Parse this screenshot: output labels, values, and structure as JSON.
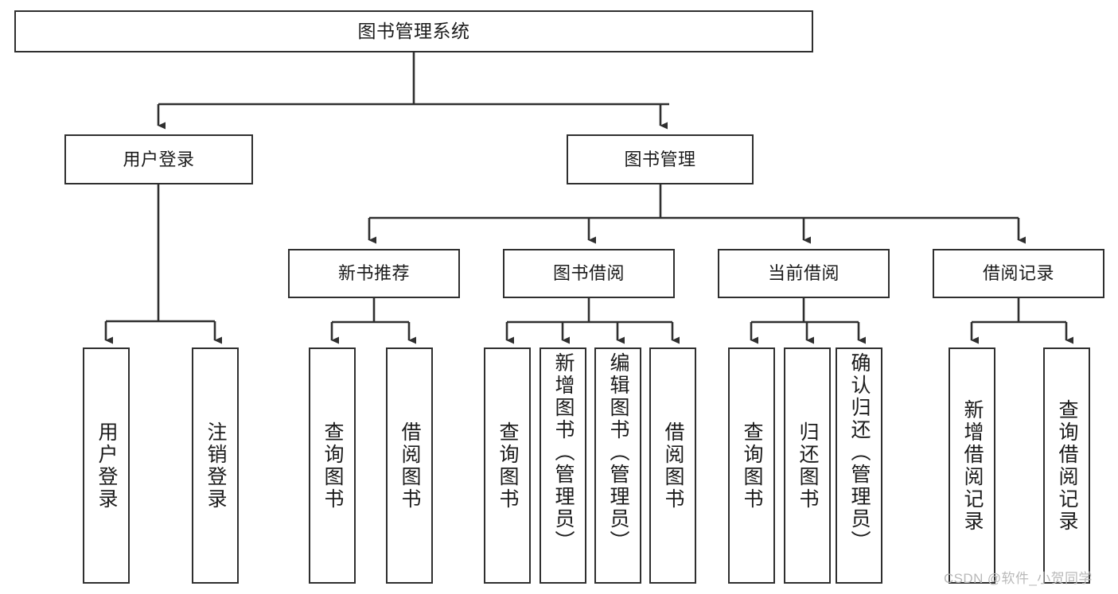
{
  "diagram": {
    "title": "图书管理系统",
    "type": "tree-hierarchy-chart",
    "watermark": "CSDN @软件_小贺同学",
    "colors": {
      "box_border": "#2f2f2f",
      "box_fill": "#ffffff",
      "connector": "#2f2f2f",
      "text": "#1b1b1b",
      "watermark": "#b9b9b9",
      "background": "#ffffff"
    },
    "root": {
      "label": "图书管理系统"
    },
    "level2": [
      {
        "label": "用户登录"
      },
      {
        "label": "图书管理"
      }
    ],
    "level3": [
      {
        "label": "新书推荐"
      },
      {
        "label": "图书借阅"
      },
      {
        "label": "当前借阅"
      },
      {
        "label": "借阅记录"
      }
    ],
    "leaves": {
      "user_login": [
        {
          "label": "用户登录"
        },
        {
          "label": "注销登录"
        }
      ],
      "new_book_recommend": [
        {
          "label": "查询图书"
        },
        {
          "label": "借阅图书"
        }
      ],
      "book_borrow": [
        {
          "label": "查询图书"
        },
        {
          "label": "新增图书（管理员）"
        },
        {
          "label": "编辑图书（管理员）"
        },
        {
          "label": "借阅图书"
        }
      ],
      "current_borrow": [
        {
          "label": "查询图书"
        },
        {
          "label": "归还图书"
        },
        {
          "label": "确认归还（管理员）"
        }
      ],
      "borrow_record": [
        {
          "label": "新增借阅记录"
        },
        {
          "label": "查询借阅记录"
        }
      ]
    }
  }
}
